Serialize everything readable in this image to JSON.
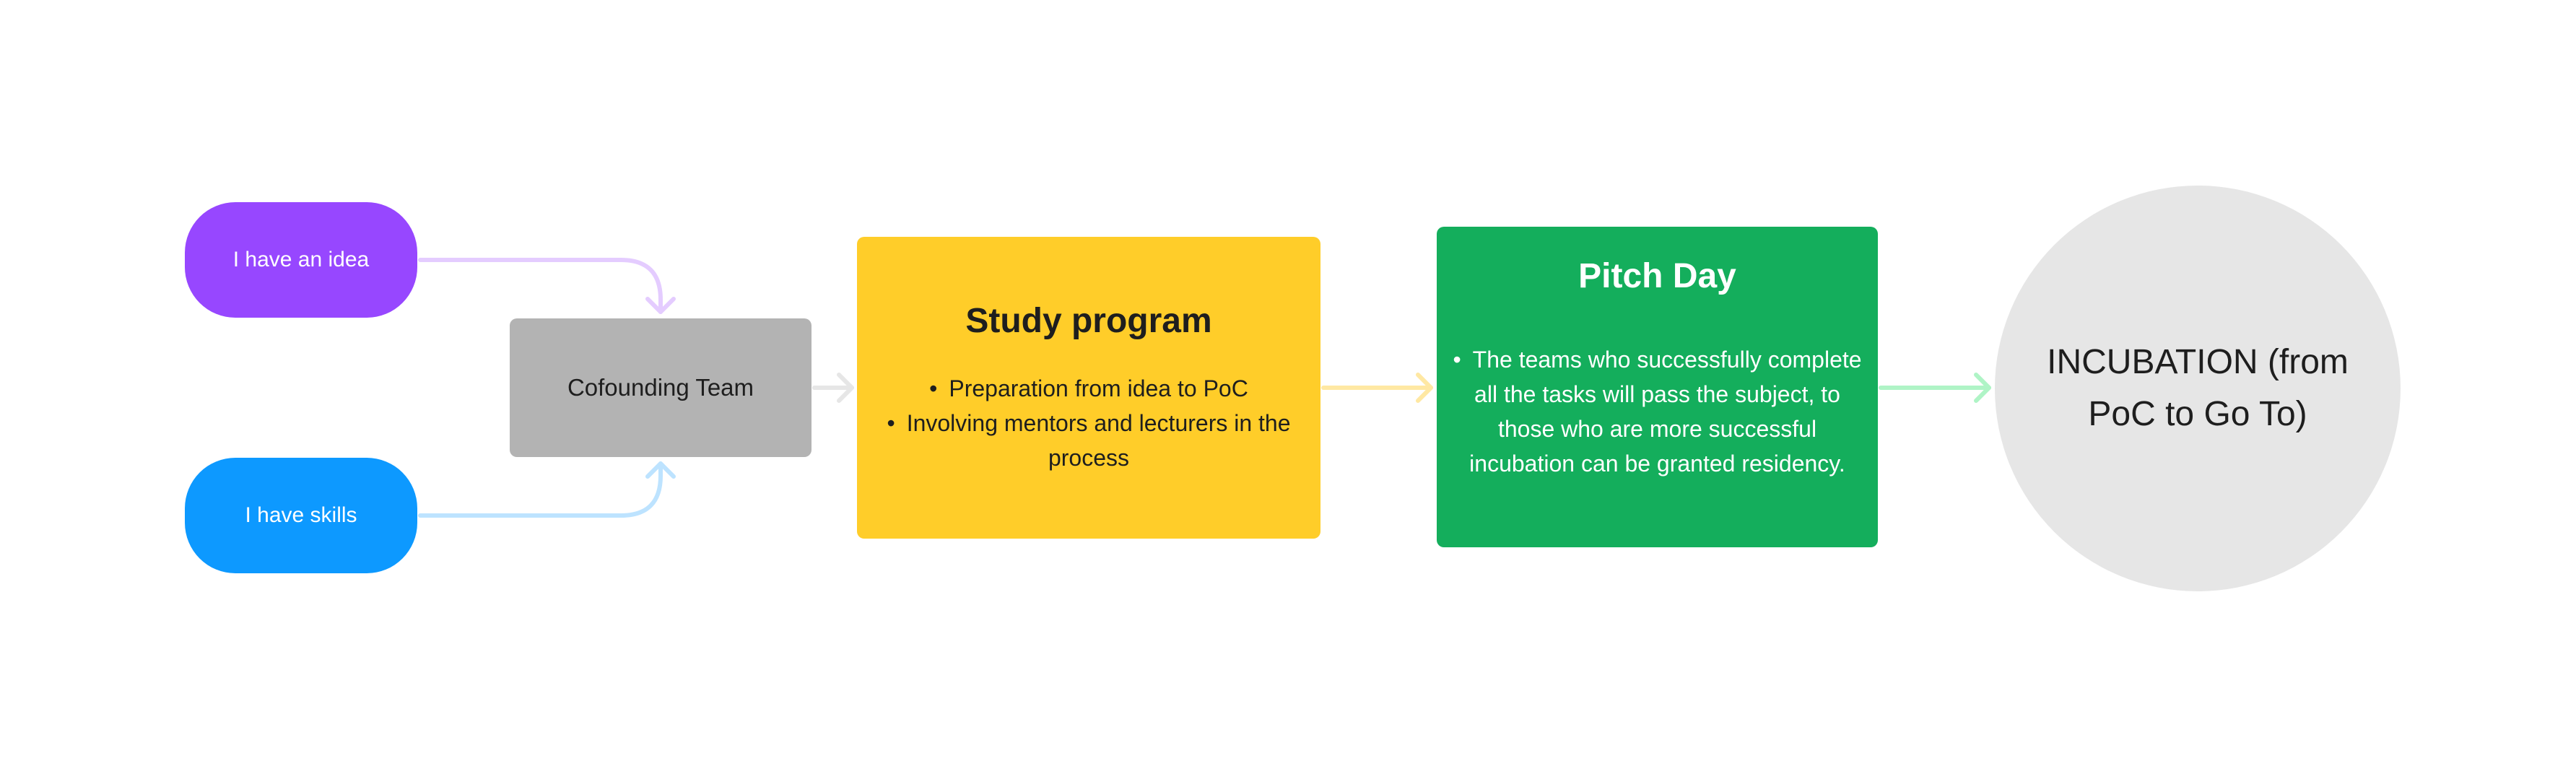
{
  "colors": {
    "idea": "#9747ff",
    "skills": "#0d99ff",
    "team": "#b3b3b3",
    "study": "#ffcd29",
    "pitch": "#14ae5c",
    "incubation": "#e6e6e6",
    "connector_idea": "#e4ccff",
    "connector_skills": "#bde3ff",
    "connector_team": "#e6e6e6",
    "connector_study": "#ffe8a3",
    "connector_pitch": "#aff4c6"
  },
  "nodes": {
    "idea": {
      "label": "I have an idea"
    },
    "skills": {
      "label": "I have skills"
    },
    "team": {
      "label": "Cofounding Team"
    },
    "study": {
      "title": "Study program",
      "bullets": [
        "Preparation from idea to PoC",
        "Involving mentors and lecturers in the process"
      ]
    },
    "pitch": {
      "title": "Pitch Day",
      "bullets": [
        "The teams who successfully complete all the tasks will pass the subject, to those who are more successful incubation can be granted residency."
      ]
    },
    "incubation": {
      "label": "INCUBATION (from PoC to Go To)"
    }
  }
}
